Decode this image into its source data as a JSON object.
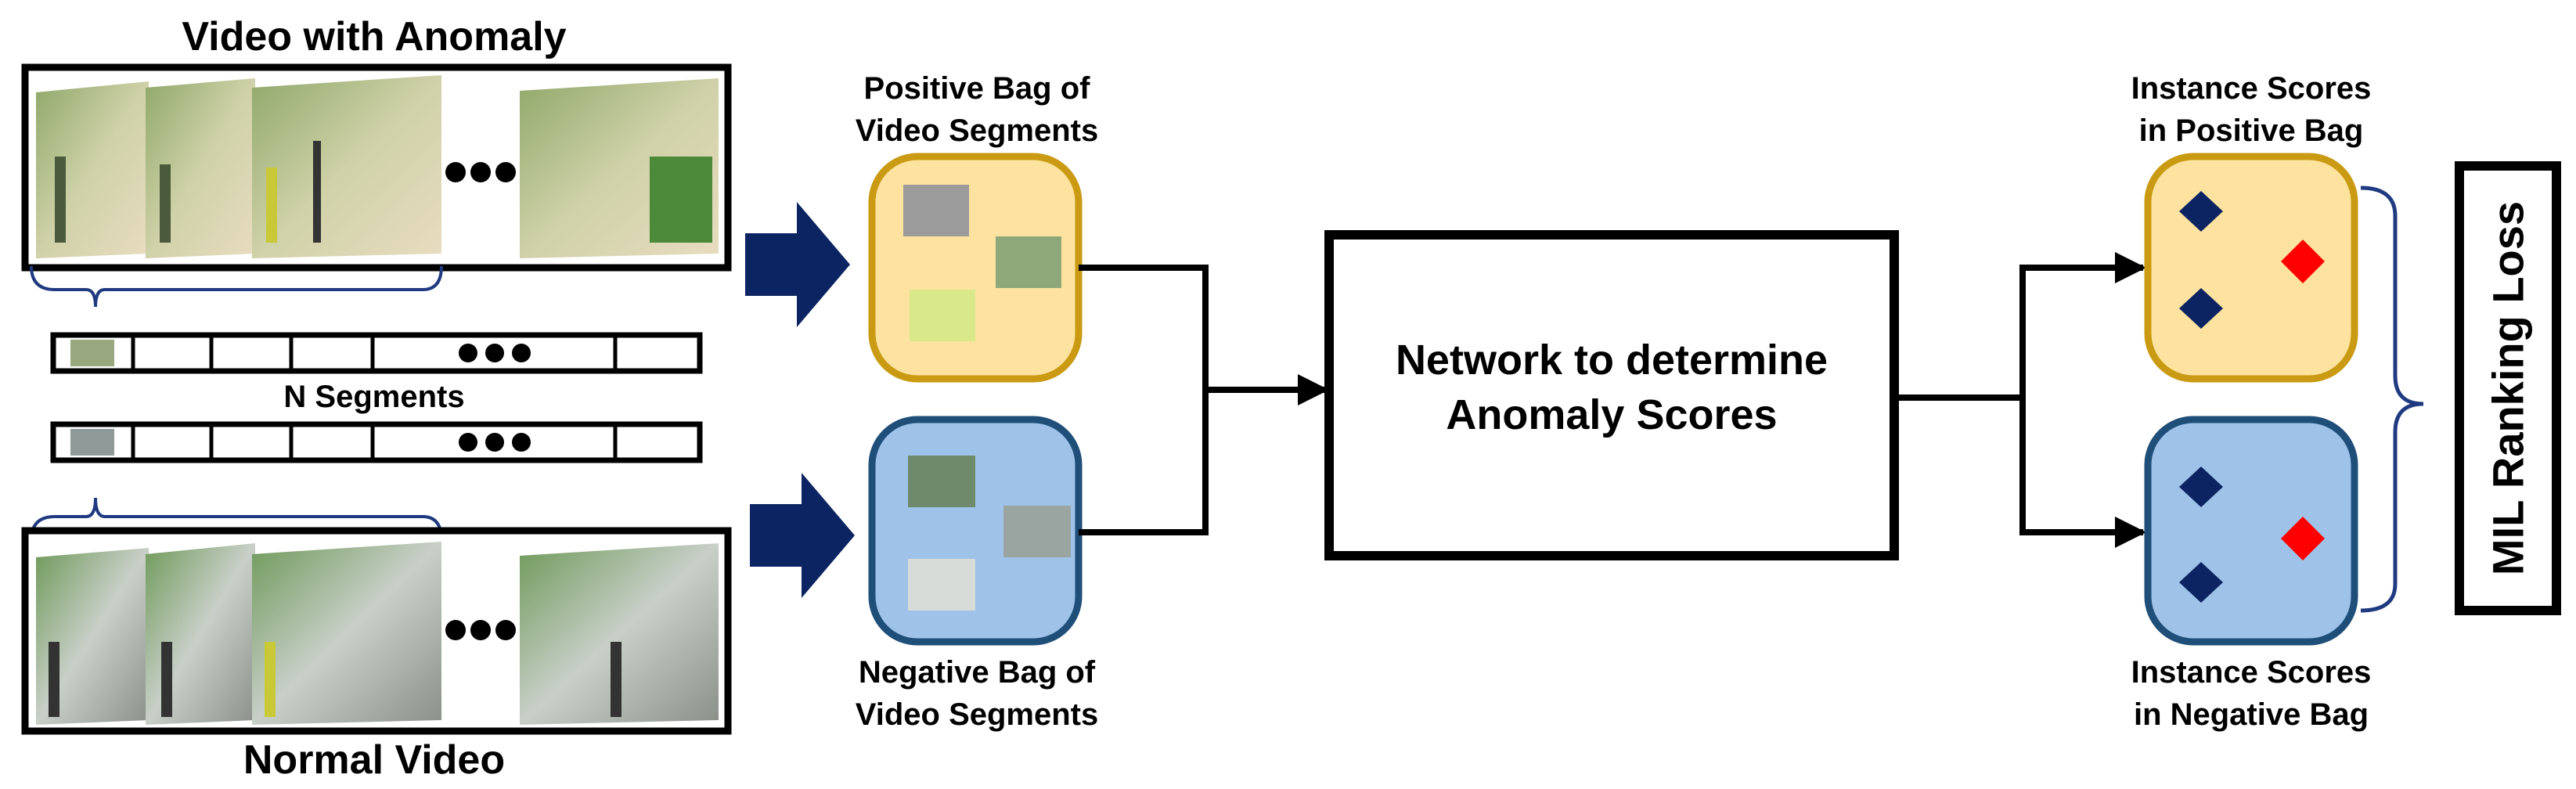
{
  "anomaly_video": {
    "title": "Video with Anomaly"
  },
  "normal_video": {
    "title": "Normal Video"
  },
  "segments": {
    "label": "N Segments"
  },
  "positive_bag": {
    "label_line1": "Positive Bag of",
    "label_line2": "Video Segments",
    "fill": "#fde39f",
    "border": "#c99a12"
  },
  "negative_bag": {
    "label_line1": "Negative Bag of",
    "label_line2": "Video Segments",
    "fill": "#9fc3e8",
    "border": "#1f4e79"
  },
  "network": {
    "label_line1": "Network to determine",
    "label_line2": "Anomaly Scores"
  },
  "positive_scores": {
    "label_line1": "Instance Scores",
    "label_line2": "in Positive Bag"
  },
  "negative_scores": {
    "label_line1": "Instance Scores",
    "label_line2": "in Negative Bag"
  },
  "loss": {
    "label": "MIL Ranking Loss"
  },
  "colors": {
    "arrow_navy": "#0c2461",
    "diamond_navy": "#0c2461",
    "diamond_red": "#ff0000",
    "bracket": "#1f3a80"
  },
  "icons": [
    "block-arrow-icon",
    "diamond-icon",
    "ellipsis-dots-icon",
    "curly-brace-icon"
  ]
}
